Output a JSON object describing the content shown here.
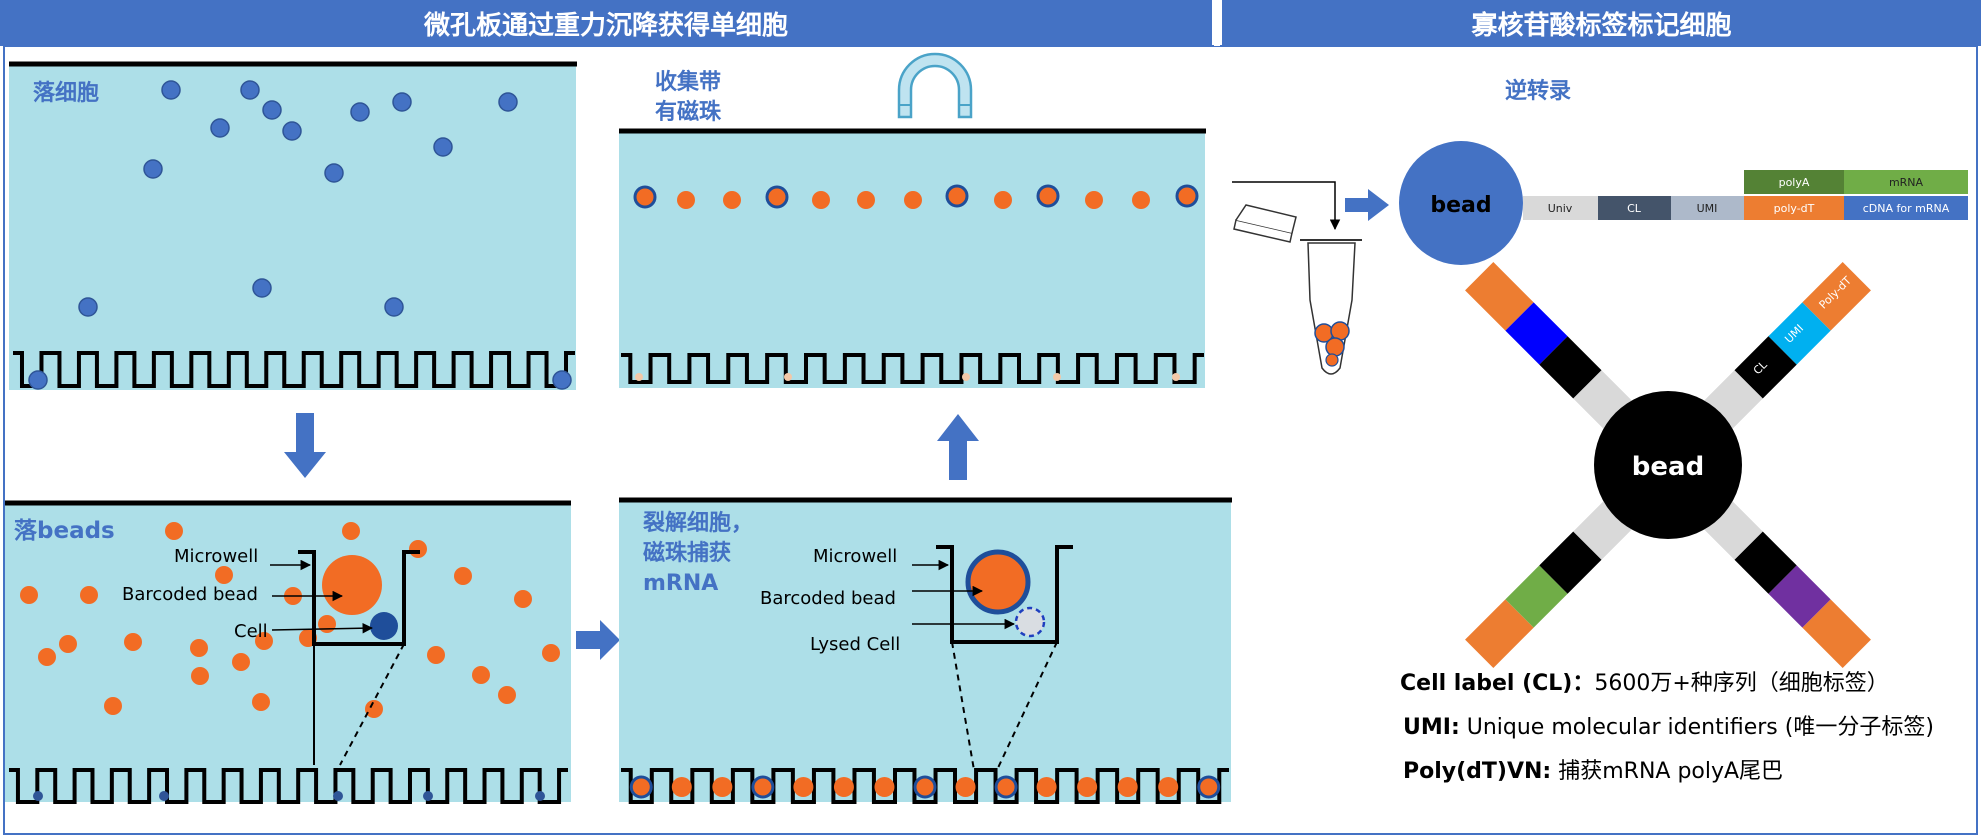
{
  "headers": {
    "left": "微孔板通过重力沉降获得单细胞",
    "right": "寡核苷酸标签标记细胞"
  },
  "panels": {
    "drop_cells": {
      "title": "落细胞"
    },
    "drop_beads": {
      "title": "落beads",
      "labels": {
        "microwell": "Microwell",
        "bead": "Barcoded  bead",
        "cell": "Cell"
      }
    },
    "collect": {
      "title_line1": "收集带",
      "title_line2": "有磁珠"
    },
    "lyse": {
      "title_line1": "裂解细胞，",
      "title_line2": "磁珠捕获",
      "title_line3": "mRNA",
      "labels": {
        "microwell": "Microwell",
        "bead": "Barcoded  bead",
        "cell": "Lysed  Cell"
      }
    }
  },
  "reverse_transcription": {
    "title": "逆转录",
    "bead_label": "bead",
    "segments_bottom": [
      "Univ",
      "CL",
      "UMI",
      "poly-dT",
      "cDNA for mRNA"
    ],
    "segments_top": [
      "polyA",
      "mRNA"
    ]
  },
  "bead_diagram": {
    "bead_label": "bead",
    "arm_labels": [
      "CL",
      "UMI",
      "Poly-dT"
    ]
  },
  "legend": [
    {
      "term": "Cell label (CL)：",
      "desc": "5600万+种序列（细胞标签）"
    },
    {
      "term": "UMI:",
      "desc": " Unique  molecular  identifiers (唯一分子标签)"
    },
    {
      "term": "Poly(dT)VN:",
      "desc": " 捕获mRNA polyA尾巴"
    }
  ],
  "colors": {
    "header_blue": "#4472c4",
    "panel_cyan": "#addfe8",
    "cell_blue": "#4472c4",
    "bead_orange": "#f26c24",
    "title_blue": "#4472c4"
  }
}
